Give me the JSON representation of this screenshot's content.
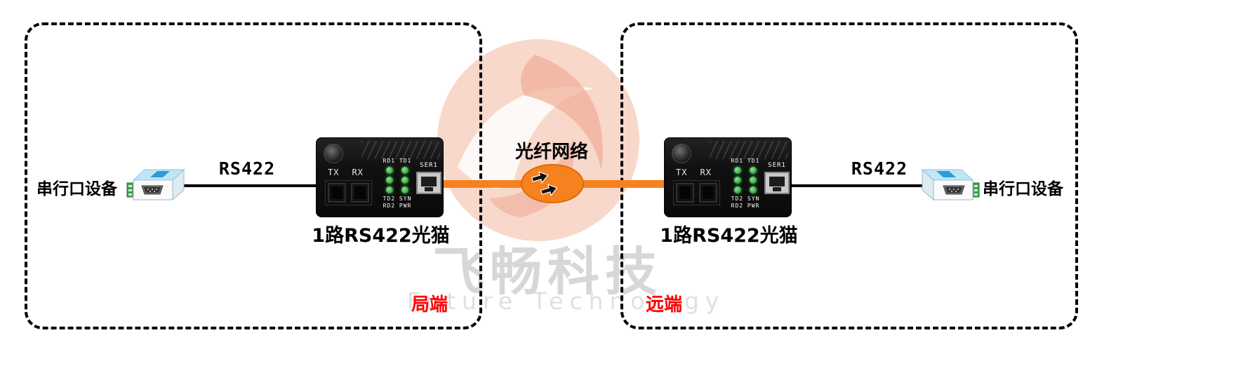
{
  "watermark": {
    "brand": "飞畅科技",
    "subtitle": "Future Technology"
  },
  "zones": {
    "left": "局端",
    "right": "远端"
  },
  "center": {
    "fiber_label": "光纤网络"
  },
  "left": {
    "device_label": "串行口设备",
    "link_label": "RS422",
    "modem_label": "1路RS422光猫"
  },
  "right": {
    "device_label": "串行口设备",
    "link_label": "RS422",
    "modem_label": "1路RS422光猫"
  },
  "modem_panel": {
    "tx": "TX",
    "rx": "RX",
    "led_top": "RD1 TD1",
    "led_mid": "TD2 SYN",
    "led_bot": "RD2 PWR",
    "ser": "SER1"
  },
  "colors": {
    "orange": "#F5821F",
    "red_label": "#FF0000",
    "led_green": "#3DB54A",
    "device_blue": "#BFE6F7"
  }
}
